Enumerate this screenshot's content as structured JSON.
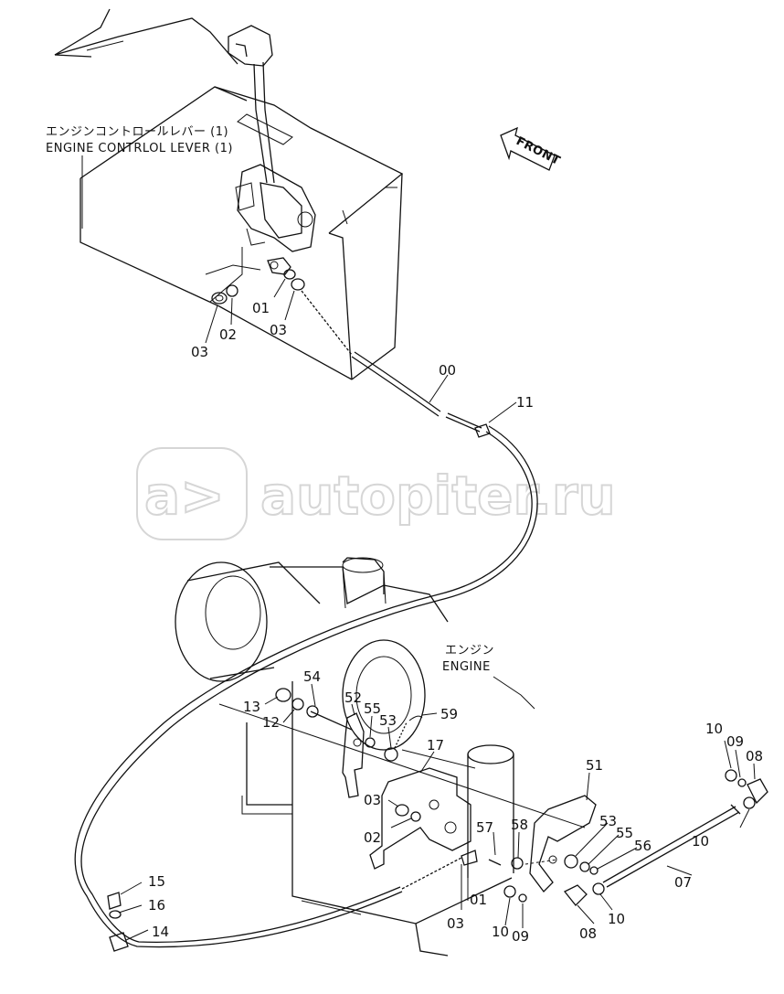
{
  "captions": {
    "lever_jp": "エンジンコントロールレバー (1)",
    "lever_en": "ENGINE CONTRLOL LEVER (1)",
    "engine_jp": "エンジン",
    "engine_en": "ENGINE",
    "front": "FRONT"
  },
  "watermark": {
    "logo": "a>",
    "text": "autopiter.ru"
  },
  "part_labels": [
    "01",
    "03",
    "03",
    "02",
    "00",
    "11",
    "54",
    "52",
    "55",
    "53",
    "59",
    "13",
    "12",
    "17",
    "51",
    "10",
    "09",
    "08",
    "03",
    "02",
    "57",
    "58",
    "53",
    "55",
    "56",
    "10",
    "07",
    "15",
    "16",
    "14",
    "01",
    "03",
    "10",
    "09",
    "08",
    "10"
  ]
}
